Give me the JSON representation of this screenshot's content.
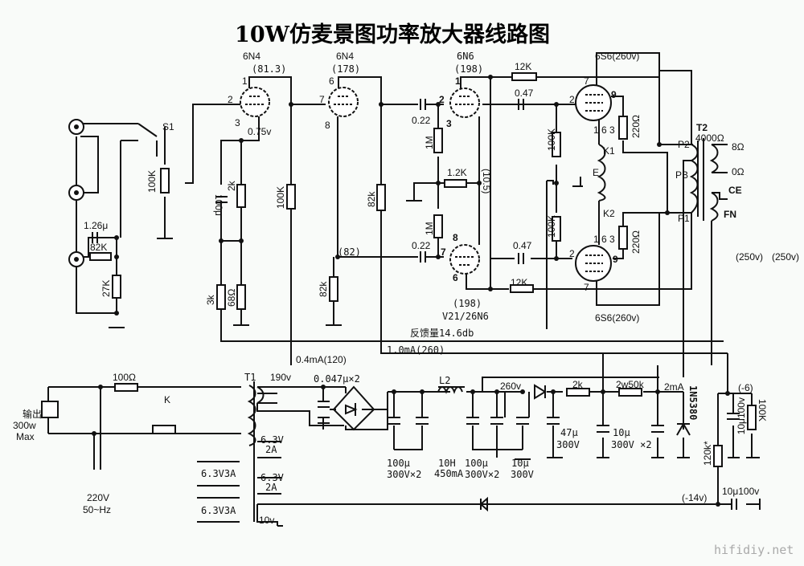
{
  "title": "10W仿麦景图功率放大器线路图",
  "watermark": "hifidiy.net",
  "tubes": {
    "v1": {
      "type": "6N4",
      "voltage": "(81.3)",
      "pins": [
        "1",
        "2",
        "3"
      ],
      "cathode_v": "0.75v"
    },
    "v2": {
      "type": "6N4",
      "voltage": "(178)",
      "pins": [
        "6",
        "7",
        "8"
      ]
    },
    "v3a": {
      "type": "6N6",
      "voltage": "(198)",
      "pins": [
        "1",
        "2",
        "3"
      ]
    },
    "v3b": {
      "voltage": "(198)",
      "pins": [
        "8",
        "7",
        "6"
      ],
      "designation": "V21/26N6"
    },
    "out_upper": {
      "type": "6S6(260v)",
      "pins": [
        "7",
        "2",
        "9",
        "1 6 3"
      ]
    },
    "out_lower": {
      "type": "6S6(260v)",
      "pins": [
        "1 6 3",
        "2",
        "9",
        "7"
      ]
    }
  },
  "feedback": "反馈量14.6db",
  "input": {
    "switch": "S1",
    "pot": "100K",
    "cap": "1.26μ",
    "r1": "82K",
    "r2": "27K"
  },
  "stage1": {
    "cap": "100μ",
    "rk": "2k",
    "r3k": "3k",
    "r68": "68Ω",
    "rl": "100K"
  },
  "stage2": {
    "rl": "82k",
    "rk": "82k",
    "node": "(82)"
  },
  "phase": {
    "c1": "0.22",
    "c2": "0.22",
    "r1": "1M",
    "r2": "1M",
    "rk": "1.2K",
    "node": "(10.5)"
  },
  "output_stage": {
    "r_fb1": "12K",
    "r_fb2": "12K",
    "c1": "0.47",
    "c2": "0.47",
    "rg1": "100K",
    "rg2": "100K",
    "rs1": "220Ω",
    "rs2": "220Ω",
    "k1": "K1",
    "e": "E",
    "k2": "K2"
  },
  "t2": {
    "name": "T2",
    "impedance": "4000Ω",
    "p2": "P2",
    "pb": "PB",
    "p1": "P1",
    "o8": "8Ω",
    "o0": "0Ω",
    "ce": "CE",
    "fn": "FN",
    "v1": "(250v)",
    "v2": "(250v)"
  },
  "currents": {
    "a": "0.4mA(120)",
    "b": "1.0mA(260)"
  },
  "power": {
    "output_socket": [
      "输出",
      "300w",
      "Max"
    ],
    "fuse_r": "100Ω",
    "switch": "K",
    "plug": [
      "220V",
      "50~Hz"
    ],
    "t1": "T1",
    "hv": "190v",
    "bridge_caps": "0.047μ×2",
    "heater1": [
      "6.3V",
      "2A"
    ],
    "heater2": [
      "6.3V",
      "2A"
    ],
    "heater3": "6.3V3A",
    "heater4": "6.3V3A",
    "bias": "10v",
    "l2": "L2",
    "v260": "260v",
    "r2k": "2k",
    "r50k": "2w50k",
    "i2ma": "2mA",
    "zener": "1N5380",
    "c_a": [
      "100μ",
      "300V×2"
    ],
    "choke": [
      "10H",
      "450mA"
    ],
    "c_b": [
      "100μ",
      "300V×2"
    ],
    "c_c": [
      "10μ",
      "300V"
    ],
    "c_d": [
      "47μ",
      "300V"
    ],
    "c_e": [
      "10μ",
      "300V ×2"
    ],
    "bias_v": "(-6)",
    "bias_c": "10μ100v",
    "bias_r": "100K",
    "r120k": "120k*",
    "neg14": "(-14v)",
    "c_bias2": "10μ100v"
  }
}
